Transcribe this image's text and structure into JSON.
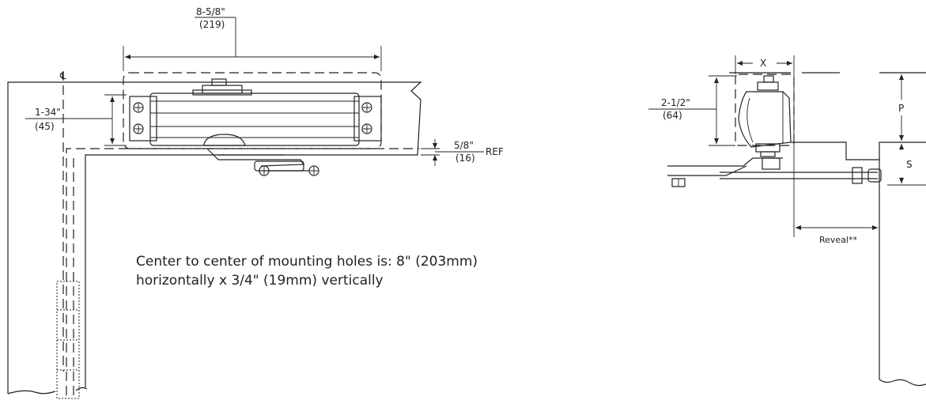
{
  "diagram": {
    "front_view": {
      "overall_width": "8-5/8\"",
      "overall_width_mm": "(219)",
      "body_height": "1-34\"",
      "body_height_mm": "(45)",
      "ref_offset": "5/8\"",
      "ref_offset_mm": "(16)",
      "ref_label": "REF",
      "centerline_symbol": "℄",
      "note_line1": "Center to center of mounting holes is: 8\" (203mm)",
      "note_line2": "horizontally x 3/4\" (19mm) vertically"
    },
    "side_view": {
      "height": "2-1/2\"",
      "height_mm": "(64)",
      "x_label": "X",
      "p_label": "P",
      "s_label": "S",
      "reveal_label": "Reveal**"
    }
  }
}
